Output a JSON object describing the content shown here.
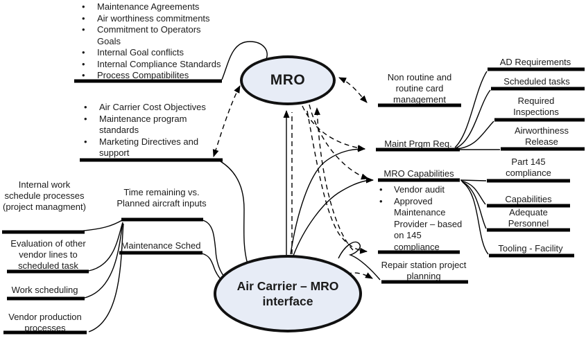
{
  "nodes": {
    "mro": {
      "label": "MRO"
    },
    "interface": {
      "label": "Air Carrier – MRO interface"
    }
  },
  "lists": {
    "mro_inputs": {
      "items": [
        "Maintenance Agreements",
        "Air worthiness commitments",
        "Commitment to Operators Goals",
        "Internal Goal conflicts",
        "Internal Compliance Standards",
        "Process Compatibilites"
      ]
    },
    "carrier_objectives": {
      "items": [
        "Air Carrier Cost Objectives",
        "Maintenance program standards",
        "Marketing Directives and support"
      ]
    },
    "capability_detail": {
      "items": [
        "Vendor audit",
        "Approved Maintenance Provider – based on 145 compliance"
      ]
    }
  },
  "labels": {
    "internal_work": "Internal work schedule processes (project managment)",
    "evaluation": "Evaluation of other vendor lines to scheduled task",
    "work_scheduling": "Work scheduling",
    "vendor_production": "Vendor production processes",
    "time_remaining": "Time remaining vs. Planned aircraft inputs",
    "maintenance_sched": "Maintenance Sched",
    "non_routine": "Non routine and routine card management",
    "maint_prgm_req": "Maint Prgm Req.",
    "mro_capabilities": "MRO Capabilities",
    "repair_station": "Repair station project planning",
    "ad_requirements": "AD Requirements",
    "scheduled_tasks": "Scheduled tasks",
    "required_inspections": "Required Inspections",
    "airworthiness_release": "Airworthiness Release",
    "part_145": "Part 145 compliance",
    "capabilities": "Capabilities",
    "adequate_personnel": "Adequate Personnel",
    "tooling_facility": "Tooling - Facility"
  },
  "colors": {
    "node_fill": "#e7ecf6",
    "node_border": "#111111",
    "line": "#000000"
  }
}
